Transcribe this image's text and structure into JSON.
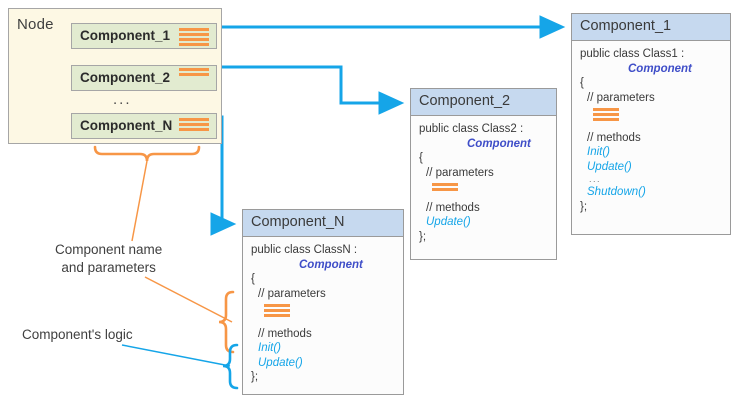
{
  "diagram": {
    "title": "Node component architecture diagram",
    "colors": {
      "node_fill": "#fdf8e4",
      "chip_fill": "#e2ebd0",
      "card_header": "#c6d9ef",
      "accent_orange": "#f79646",
      "accent_blue": "#15a5e8",
      "class_keyword": "#3f4ec8",
      "border_grey": "#a6a6a6"
    }
  },
  "node": {
    "label": "Node",
    "ellipsis": "...",
    "components": [
      {
        "name": "Component_1",
        "param_bars": 4,
        "icon": "parameter-bars-icon"
      },
      {
        "name": "Component_2",
        "param_bars": 2,
        "icon": "parameter-bars-icon"
      },
      {
        "name": "Component_N",
        "param_bars": 3,
        "icon": "parameter-bars-icon"
      }
    ]
  },
  "cards": [
    {
      "id": "component-1",
      "title": "Component_1",
      "declaration": "public class Class1 :",
      "base_class": "Component",
      "open_brace": "{",
      "parameters_comment": "// parameters",
      "param_bars": 3,
      "methods_comment": "// methods",
      "methods": [
        "Init()",
        "Update()"
      ],
      "methods_ellipsis": "...",
      "methods_tail": [
        "Shutdown()"
      ],
      "close_brace": "};"
    },
    {
      "id": "component-2",
      "title": "Component_2",
      "declaration": "public class Class2 :",
      "base_class": "Component",
      "open_brace": "{",
      "parameters_comment": "// parameters",
      "param_bars": 2,
      "methods_comment": "// methods",
      "methods": [
        "Update()"
      ],
      "methods_ellipsis": "",
      "methods_tail": [],
      "close_brace": "};"
    },
    {
      "id": "component-n",
      "title": "Component_N",
      "declaration": "public class ClassN :",
      "base_class": "Component",
      "open_brace": "{",
      "parameters_comment": "// parameters",
      "param_bars": 3,
      "methods_comment": "// methods",
      "methods": [
        "Init()",
        "Update()"
      ],
      "methods_ellipsis": "",
      "methods_tail": [],
      "close_brace": "};"
    }
  ],
  "annotations": [
    {
      "id": "component-name-and-parameters",
      "text": "Component name\nand parameters",
      "color": "#f79646"
    },
    {
      "id": "components-logic",
      "text": "Component's logic",
      "color": "#15a5e8"
    }
  ]
}
